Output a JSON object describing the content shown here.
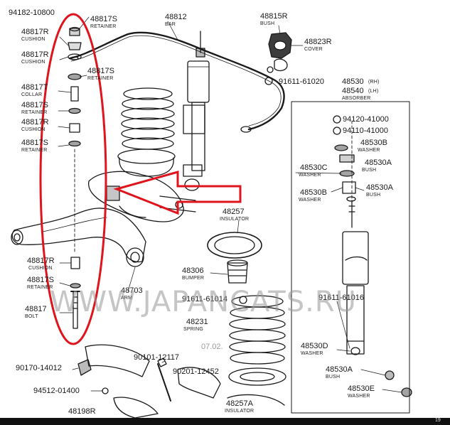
{
  "watermark": "WWW.JAPANCATS.RU",
  "watermark_date": "07.02.",
  "footer_number": "19",
  "colors": {
    "highlight": "#e0141c",
    "ink": "#1a1a1a",
    "watermark": "#9a9a9a"
  },
  "labels": [
    {
      "id": "94182-10800",
      "pn": "94182-10800",
      "sub": ""
    },
    {
      "id": "48817s-top",
      "pn": "48817S",
      "sub": "RETAINER"
    },
    {
      "id": "48812",
      "pn": "48812",
      "sub": "BAR"
    },
    {
      "id": "48815r",
      "pn": "48815R",
      "sub": "BUSH"
    },
    {
      "id": "48823r",
      "pn": "48823R",
      "sub": "COVER"
    },
    {
      "id": "48817r-1",
      "pn": "48817R",
      "sub": "CUSHION"
    },
    {
      "id": "48817r-2",
      "pn": "48817R",
      "sub": "CUSHION"
    },
    {
      "id": "48817s-2",
      "pn": "48817S",
      "sub": "RETAINER"
    },
    {
      "id": "91611-61020",
      "pn": "91611-61020",
      "sub": ""
    },
    {
      "id": "48530rh",
      "pn": "48530",
      "sub": ""
    },
    {
      "id": "rh",
      "pn": "(RH)",
      "sub": ""
    },
    {
      "id": "48540lh",
      "pn": "48540",
      "sub": "ABSORBER"
    },
    {
      "id": "lh",
      "pn": "(LH)",
      "sub": ""
    },
    {
      "id": "48817t",
      "pn": "48817T",
      "sub": "COLLAR"
    },
    {
      "id": "48817s-3",
      "pn": "48817S",
      "sub": "RETAINER"
    },
    {
      "id": "48817r-3",
      "pn": "48817R",
      "sub": "CUSHION"
    },
    {
      "id": "48817s-4",
      "pn": "48817S",
      "sub": "RETAINER"
    },
    {
      "id": "94120-41000",
      "pn": "94120-41000",
      "sub": ""
    },
    {
      "id": "94110-41000",
      "pn": "94110-41000",
      "sub": ""
    },
    {
      "id": "48530b-1",
      "pn": "48530B",
      "sub": "WASHER"
    },
    {
      "id": "48530a-1",
      "pn": "48530A",
      "sub": "BUSH"
    },
    {
      "id": "48530c",
      "pn": "48530C",
      "sub": "WASHER"
    },
    {
      "id": "48530b-2",
      "pn": "48530B",
      "sub": "WASHER"
    },
    {
      "id": "48530a-2",
      "pn": "48530A",
      "sub": "BUSH"
    },
    {
      "id": "48257-1",
      "pn": "48257",
      "sub": "INSULATOR"
    },
    {
      "id": "48817r-4",
      "pn": "48817R",
      "sub": "CUSHION"
    },
    {
      "id": "48817s-5",
      "pn": "48817S",
      "sub": "RETAINER"
    },
    {
      "id": "48306",
      "pn": "48306",
      "sub": "BUMPER"
    },
    {
      "id": "48703",
      "pn": "48703",
      "sub": "ARM"
    },
    {
      "id": "48817",
      "pn": "48817",
      "sub": "BOLT"
    },
    {
      "id": "91611-61014",
      "pn": "91611-61014",
      "sub": ""
    },
    {
      "id": "48231",
      "pn": "48231",
      "sub": "SPRING"
    },
    {
      "id": "91611-61016",
      "pn": "91611-61016",
      "sub": ""
    },
    {
      "id": "48530d",
      "pn": "48530D",
      "sub": "WASHER"
    },
    {
      "id": "90101-12117",
      "pn": "90101-12117",
      "sub": ""
    },
    {
      "id": "90170-14012",
      "pn": "90170-14012",
      "sub": ""
    },
    {
      "id": "90201-12452",
      "pn": "90201-12452",
      "sub": ""
    },
    {
      "id": "48530a-3",
      "pn": "48530A",
      "sub": "BUSH"
    },
    {
      "id": "94512-01400",
      "pn": "94512-01400",
      "sub": ""
    },
    {
      "id": "48530e",
      "pn": "48530E",
      "sub": "WASHER"
    },
    {
      "id": "48257a",
      "pn": "48257A",
      "sub": "INSULATOR"
    },
    {
      "id": "48198r",
      "pn": "48198R",
      "sub": ""
    }
  ]
}
